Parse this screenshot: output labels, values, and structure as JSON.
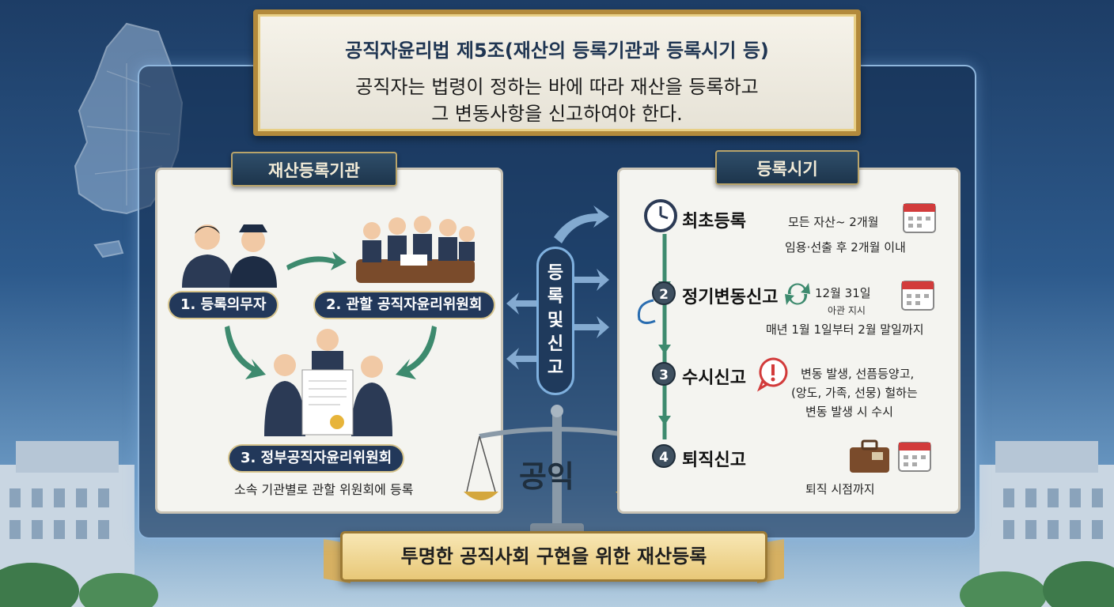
{
  "header": {
    "law_title": "공직자윤리법 제5조(재산의 등록기관과 등록시기 등)",
    "description_line1": "공직자는 법령이 정하는 바에 따라 재산을 등록하고",
    "description_line2": "그 변동사항을 신고하여야 한다."
  },
  "left_panel": {
    "ribbon": "재산등록기관",
    "label1": "1. 등록의무자",
    "label2": "2. 관할 공직자윤리위원회",
    "label3": "3. 정부공직자윤리위원회",
    "caption": "소속 기관별로 관할 위원회에 등록"
  },
  "center": {
    "banner_chars": [
      "등",
      "록",
      "및",
      "신",
      "고"
    ],
    "scale_word": "공익"
  },
  "right_panel": {
    "ribbon": "등록시기",
    "steps": [
      {
        "num": "",
        "title": "최초등록",
        "detail1": "모든 자산~ 2개월",
        "detail2": "임용·선출 후 2개월 이내"
      },
      {
        "num": "2",
        "title": "정기변동신고",
        "detail1": "12월 31일",
        "detail_small": "아관 지시",
        "detail2": "매년 1월 1일부터 2월 말일까지"
      },
      {
        "num": "3",
        "title": "수시신고",
        "detail1": "변동 발생, 선픔등양고,",
        "detail2": "(앙도, 가족, 선뭉) 헐하는",
        "detail3": "변동 발생 시 수시"
      },
      {
        "num": "4",
        "title": "퇴직신고",
        "detail1": "퇴직 시점까지"
      }
    ]
  },
  "footer": {
    "ribbon": "투명한 공직사회 구현을 위한 재산등록"
  },
  "colors": {
    "navy": "#22385a",
    "gold": "#b38a3c",
    "arrow_green": "#3d8a6e",
    "calendar_red": "#d23b3b"
  }
}
